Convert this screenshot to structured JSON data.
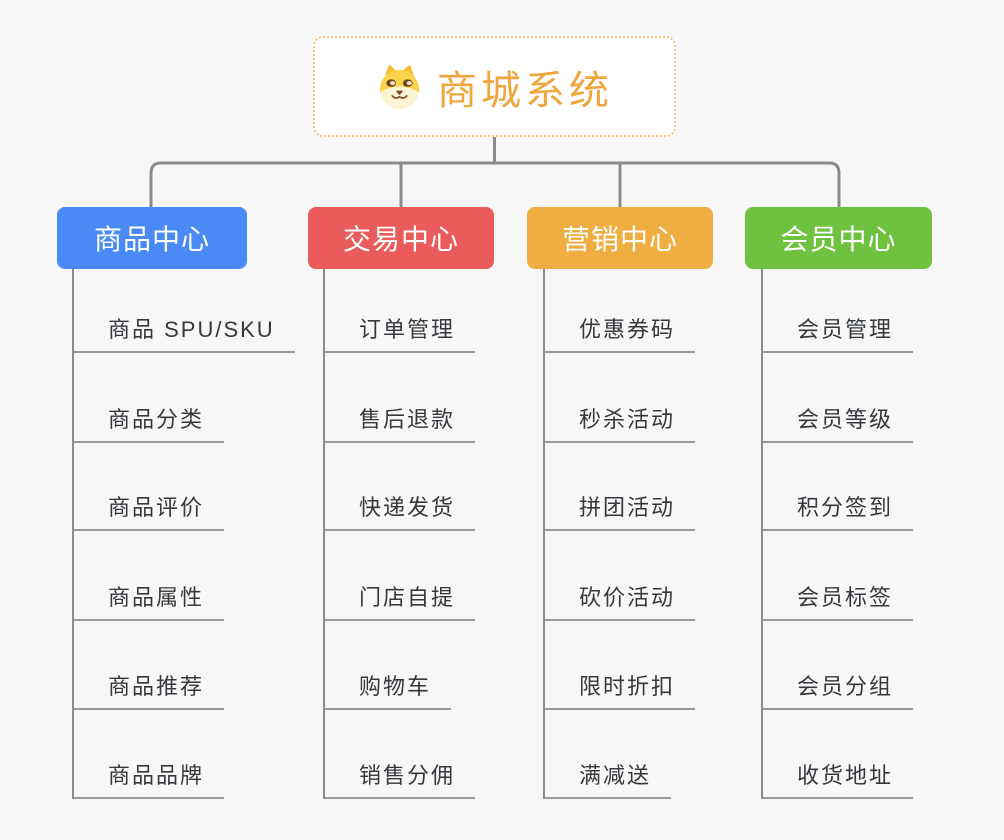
{
  "page": {
    "background_color": "#F7F7F7",
    "connector_color": "#8B8B8B",
    "leaf_underline_color": "#999999"
  },
  "root": {
    "title": "商城系统",
    "icon": "shiba-dog-icon",
    "text_color": "#EFA63D",
    "border_color": "#F3C77F"
  },
  "branches": [
    {
      "label": "商品中心",
      "color": "#4A8AF4",
      "items": [
        "商品 SPU/SKU",
        "商品分类",
        "商品评价",
        "商品属性",
        "商品推荐",
        "商品品牌"
      ]
    },
    {
      "label": "交易中心",
      "color": "#E95C5B",
      "items": [
        "订单管理",
        "售后退款",
        "快递发货",
        "门店自提",
        "购物车",
        "销售分佣"
      ]
    },
    {
      "label": "营销中心",
      "color": "#EFAD42",
      "items": [
        "优惠券码",
        "秒杀活动",
        "拼团活动",
        "砍价活动",
        "限时折扣",
        "满减送"
      ]
    },
    {
      "label": "会员中心",
      "color": "#6FC140",
      "items": [
        "会员管理",
        "会员等级",
        "积分签到",
        "会员标签",
        "会员分组",
        "收货地址"
      ]
    }
  ]
}
